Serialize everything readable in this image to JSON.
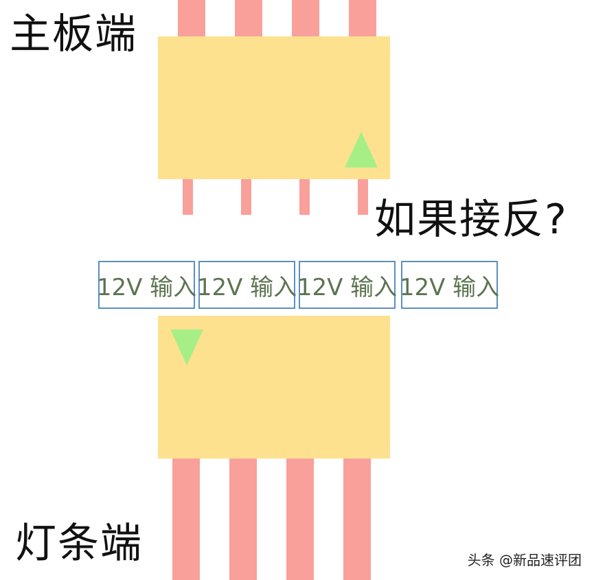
{
  "labels": {
    "motherboard_end": "主板端",
    "strip_end": "灯条端",
    "question": "如果接反?"
  },
  "pins": [
    {
      "label": "12V 输入"
    },
    {
      "label": "12V 输入"
    },
    {
      "label": "12V 输入"
    },
    {
      "label": "12V 输入"
    }
  ],
  "watermark": "头条 @新品速评团",
  "colors": {
    "connector": "#fde18f",
    "wire": "#f9a09a",
    "arrow": "#a6ef86",
    "pin_border": "#5b8fbf",
    "pin_text": "#5d7450"
  }
}
